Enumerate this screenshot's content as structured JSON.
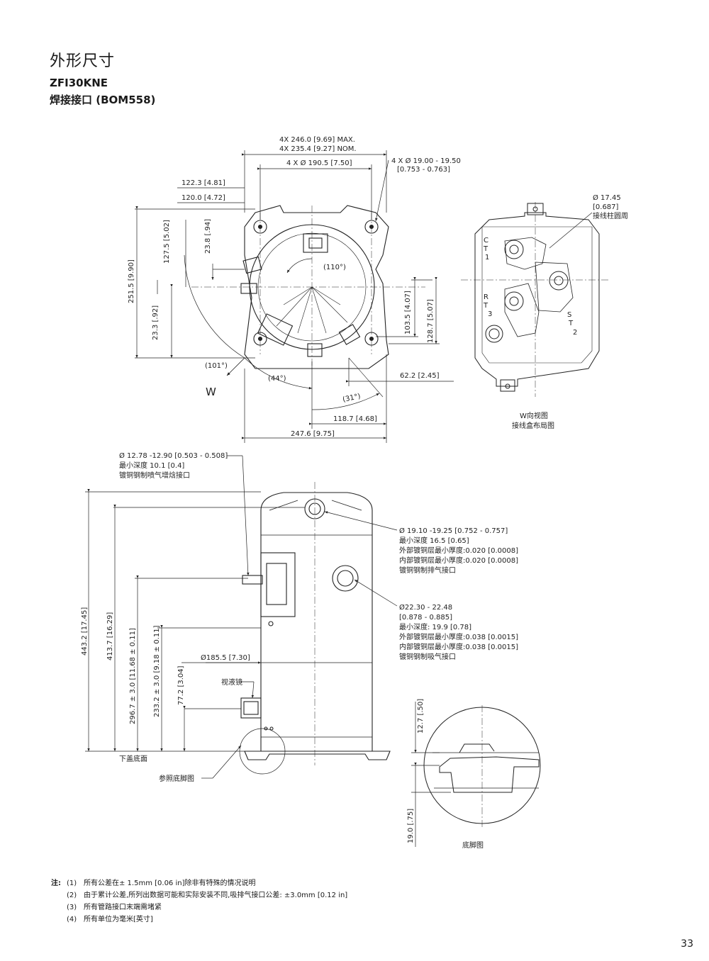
{
  "header": {
    "title": "外形尺寸",
    "model": "ZFI30KNE",
    "connection": "焊接接口 (BOM558)"
  },
  "top_view": {
    "mount_max": "4X 246.0 [9.69] MAX.",
    "mount_nom": "4X 235.4 [9.27] NOM.",
    "bolt_circle": "4 X Ø 190.5 [7.50]",
    "hole_dia_1": "4 X Ø 19.00 - 19.50",
    "hole_dia_2": "[0.753 - 0.763]",
    "d_122": "122.3 [4.81]",
    "d_120": "120.0 [4.72]",
    "d_127": "127.5 [5.02]",
    "d_23_8": "23.8 [.94]",
    "d_251": "251.5 [9.90]",
    "d_23_3": "23.3 [.92]",
    "d_103": "103.5 [4.07]",
    "d_128": "128.7 [5.07]",
    "ang_110": "(110°)",
    "ang_101": "(101°)",
    "ang_44": "(44°)",
    "ang_31": "(31°)",
    "d_62": "62.2 [2.45]",
    "d_118": "118.7 [4.68]",
    "d_247": "247.6 [9.75]",
    "w_label": "W"
  },
  "terminal_box": {
    "stud_1": "Ø 17.45",
    "stud_2": "[0.687]",
    "stud_3": "接线柱圆周",
    "t1": "C\nT\n1",
    "t3": "R\nT\n3",
    "t2": "S\nT\n2",
    "caption_1": "W向视图",
    "caption_2": "接线盒布局图"
  },
  "side_view": {
    "inj_1": "Ø 12.78 -12.90 [0.503 - 0.508]",
    "inj_2": "最小深度 10.1 [0.4]",
    "inj_3": "镀铜钢制喷气增焓接口",
    "dis_1": "Ø 19.10 -19.25 [0.752 - 0.757]",
    "dis_2": "最小深度 16.5 [0.65]",
    "dis_3": "外部镀铜层最小厚度:0.020 [0.0008]",
    "dis_4": "内部镀铜层最小厚度:0.020 [0.0008]",
    "dis_5": "镀铜钢制排气接口",
    "suc_1": "Ø22.30 - 22.48",
    "suc_2": "[0.878 - 0.885]",
    "suc_3": "最小深度: 19.9 [0.78]",
    "suc_4": "外部镀铜层最小厚度:0.038 [0.0015]",
    "suc_5": "内部镀铜层最小厚度:0.038 [0.0015]",
    "suc_6": "镀铜钢制吸气接口",
    "d_443": "443.2 [17.45]",
    "d_413": "413.7 [16.29]",
    "d_296": "296.7 ± 3.0 [11.68 ± 0.11]",
    "d_233": "233.2 ± 3.0 [9.18 ± 0.11]",
    "d_77": "77.2 [3.04]",
    "d_185": "Ø185.5 [7.30]",
    "sight_glass": "视液镜",
    "bottom": "下盖底面",
    "foot_ref": "参照底脚图"
  },
  "foot_detail": {
    "d_12": "12.7 [.50]",
    "d_19": "19.0 [.75]",
    "caption": "底脚图"
  },
  "notes": {
    "lead": "注:",
    "items": [
      {
        "num": "(1)",
        "text": "所有公差在± 1.5mm [0.06 in]除非有特殊的情况说明"
      },
      {
        "num": "(2)",
        "text": "由于累计公差,所列出数据可能和实际安装不同,吸排气接口公差: ±3.0mm [0.12 in]"
      },
      {
        "num": "(3)",
        "text": "所有管路接口末端需堵紧"
      },
      {
        "num": "(4)",
        "text": "所有单位为毫米[英寸]"
      }
    ]
  },
  "page_number": "33"
}
